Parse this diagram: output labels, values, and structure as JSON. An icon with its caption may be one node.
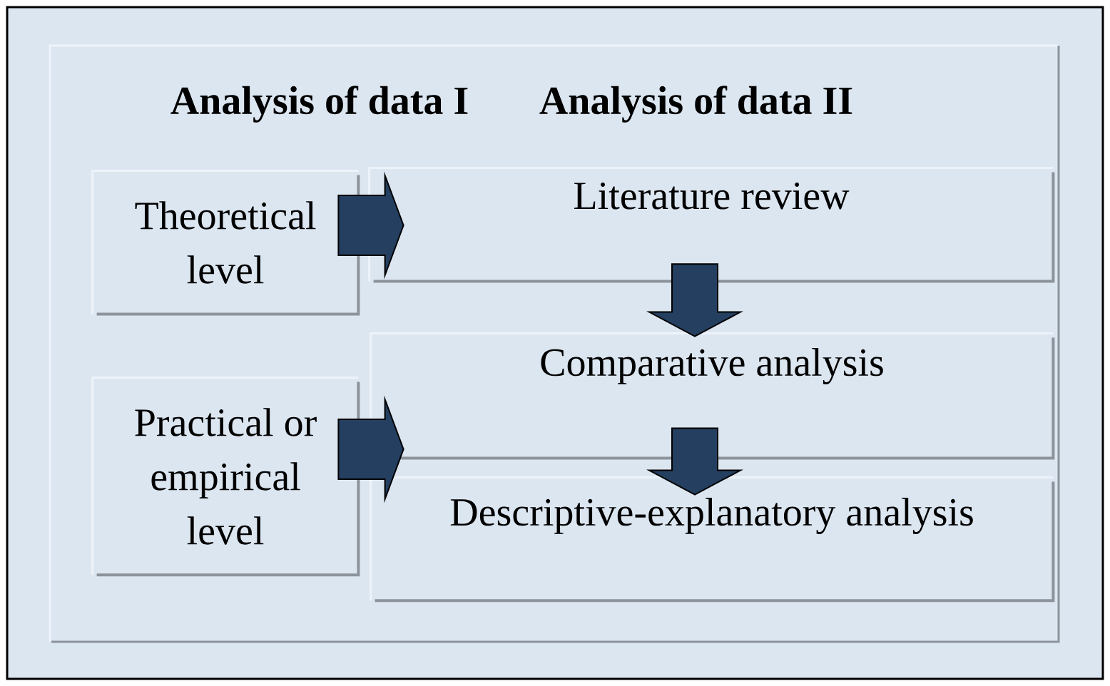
{
  "diagram": {
    "nodes": [
      {
        "text": [
          "Theoretical level"
        ]
      },
      {
        "text": [
          "Literature review"
        ]
      },
      {
        "text": [
          "Practical or empirical level"
        ]
      },
      {
        "text": [
          "Comparative analysis"
        ]
      },
      {
        "text": [
          "Descriptive-explanatory analysis"
        ]
      }
    ],
    "edges": [
      {
        "from": 0,
        "to": 1,
        "arrow": "to"
      },
      {
        "from": 1,
        "to": 3,
        "arrow": "to"
      },
      {
        "from": 2,
        "to": 3,
        "arrow": "to"
      },
      {
        "from": 3,
        "to": 4,
        "arrow": "to"
      }
    ],
    "labels": [
      "Analysis of data I",
      "Analysis of data II"
    ]
  }
}
